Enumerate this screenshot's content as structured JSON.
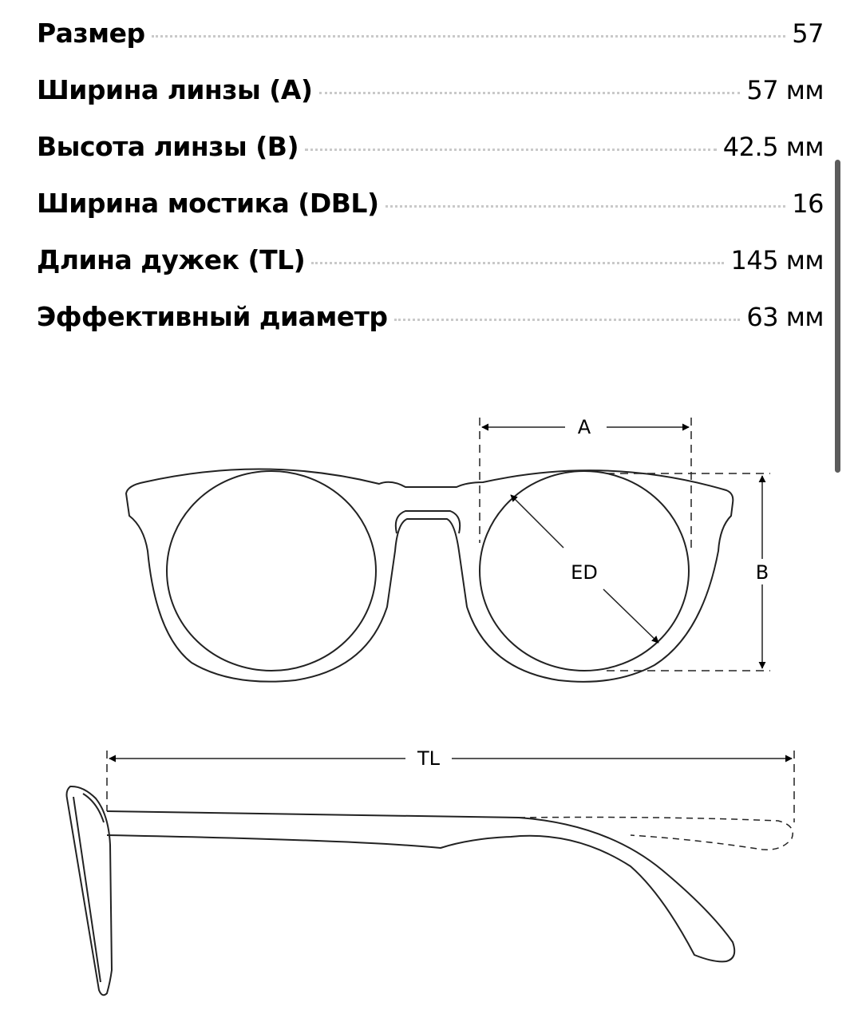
{
  "specs": [
    {
      "label": "Размер",
      "value": "57"
    },
    {
      "label": "Ширина линзы (A)",
      "value": "57 мм"
    },
    {
      "label": "Высота линзы (B)",
      "value": "42.5 мм"
    },
    {
      "label": "Ширина мостика (DBL)",
      "value": "16"
    },
    {
      "label": "Длина дужек (TL)",
      "value": "145 мм"
    },
    {
      "label": "Эффективный диаметр",
      "value": "63 мм"
    }
  ],
  "diagram": {
    "label_a": "A",
    "label_b": "B",
    "label_ed": "ED",
    "label_tl": "TL"
  }
}
